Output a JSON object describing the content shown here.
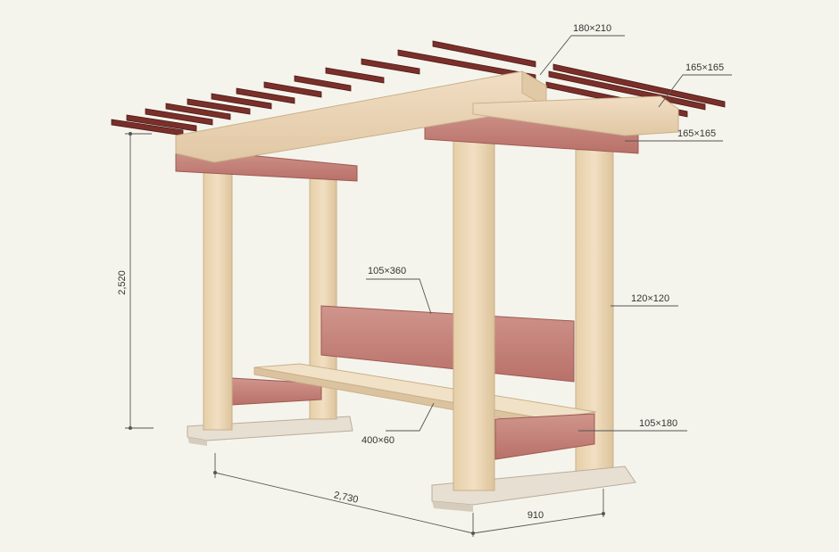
{
  "dimensions": {
    "height": "2,520",
    "length": "2,730",
    "depth": "910"
  },
  "callouts": {
    "main_beam": "180×210",
    "top_beam_end": "165×165",
    "cross_beam": "165×165",
    "back_board": "105×360",
    "post": "120×120",
    "seat": "400×60",
    "lower_rail": "105×180"
  },
  "colors": {
    "background": "#f5f4ec",
    "light_wood": "#ead6b6",
    "red_wood": "#c98a83",
    "rafter": "#7a2f2a",
    "dimension_line": "#555555"
  }
}
